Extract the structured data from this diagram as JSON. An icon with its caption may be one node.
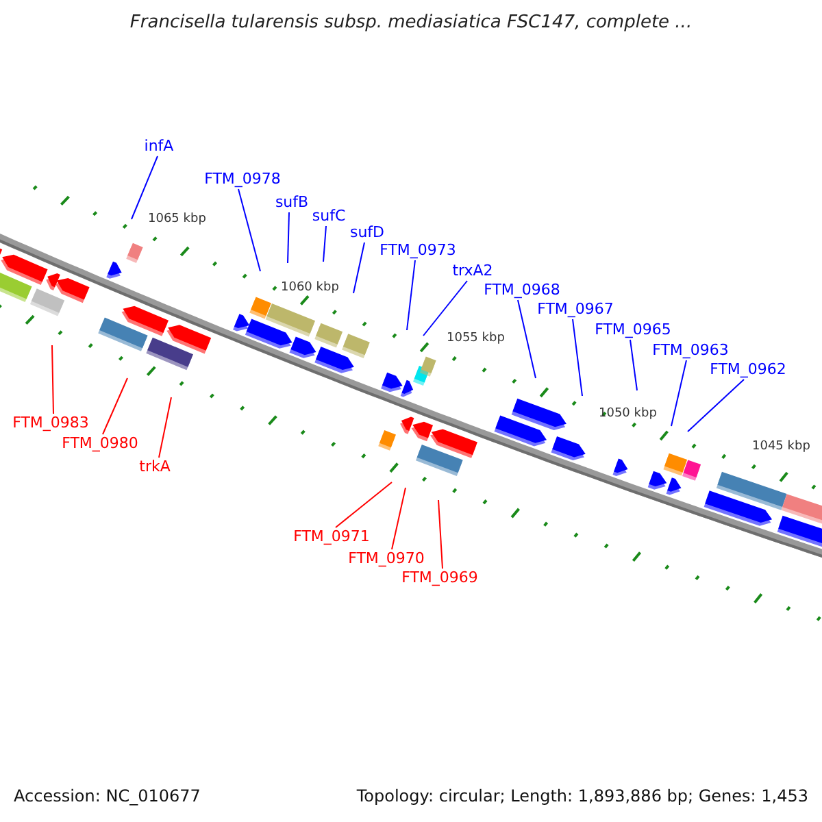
{
  "diagram": {
    "title": "Francisella tularensis subsp. mediasiatica FSC147, complete ...",
    "nodes": [
      {
        "text": [
          "infA"
        ]
      },
      {
        "text": [
          "FTM_0978"
        ]
      },
      {
        "text": [
          "sufB"
        ]
      },
      {
        "text": [
          "sufC"
        ]
      },
      {
        "text": [
          "sufD"
        ]
      },
      {
        "text": [
          "FTM_0973"
        ]
      },
      {
        "text": [
          "trxA2"
        ]
      },
      {
        "text": [
          "FTM_0968"
        ]
      },
      {
        "text": [
          "FTM_0967"
        ]
      },
      {
        "text": [
          "FTM_0965"
        ]
      },
      {
        "text": [
          "FTM_0963"
        ]
      },
      {
        "text": [
          "FTM_0962"
        ]
      },
      {
        "text": [
          "FTM_0983"
        ]
      },
      {
        "text": [
          "FTM_0980"
        ]
      },
      {
        "text": [
          "trkA"
        ]
      },
      {
        "text": [
          "FTM_0971"
        ]
      },
      {
        "text": [
          "FTM_0970"
        ]
      },
      {
        "text": [
          "FTM_0969"
        ]
      }
    ],
    "edges": [
      {
        "from": 0,
        "to": null,
        "arrow": "none"
      },
      {
        "from": 1,
        "to": null,
        "arrow": "none"
      },
      {
        "from": 2,
        "to": null,
        "arrow": "none"
      },
      {
        "from": 3,
        "to": null,
        "arrow": "none"
      },
      {
        "from": 4,
        "to": null,
        "arrow": "none"
      },
      {
        "from": 5,
        "to": null,
        "arrow": "none"
      },
      {
        "from": 6,
        "to": null,
        "arrow": "none"
      },
      {
        "from": 7,
        "to": null,
        "arrow": "none"
      },
      {
        "from": 8,
        "to": null,
        "arrow": "none"
      },
      {
        "from": 9,
        "to": null,
        "arrow": "none"
      },
      {
        "from": 10,
        "to": null,
        "arrow": "none"
      },
      {
        "from": 11,
        "to": null,
        "arrow": "none"
      },
      {
        "from": 12,
        "to": null,
        "arrow": "none",
        "color": "#ff0000"
      },
      {
        "from": 13,
        "to": null,
        "arrow": "none",
        "color": "#ff0000"
      },
      {
        "from": 14,
        "to": null,
        "arrow": "none",
        "color": "#ff0000"
      },
      {
        "from": 15,
        "to": null,
        "arrow": "none",
        "color": "#ff0000"
      },
      {
        "from": 16,
        "to": null,
        "arrow": "none",
        "color": "#ff0000"
      },
      {
        "from": 17,
        "to": null,
        "arrow": "none",
        "color": "#ff0000"
      }
    ],
    "labels": [
      "1065 kbp",
      "1060 kbp",
      "1055 kbp",
      "1050 kbp",
      "1045 kbp",
      "Accession: NC_010677",
      "Topology: circular; Length: 1,893,886 bp; Genes: 1,453"
    ]
  }
}
